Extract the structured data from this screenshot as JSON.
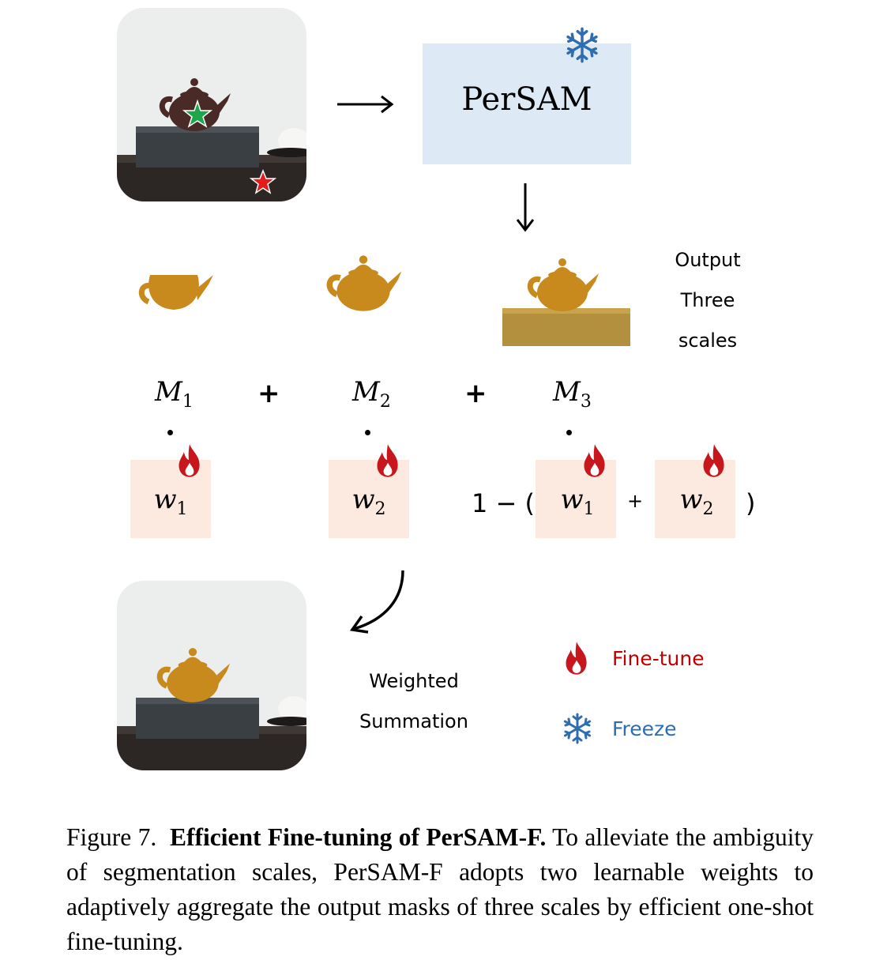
{
  "model_label": "PerSAM",
  "output_text": [
    "Output",
    "Three",
    "scales"
  ],
  "masks": [
    {
      "symbol": "M",
      "sub": "1"
    },
    {
      "symbol": "M",
      "sub": "2"
    },
    {
      "symbol": "M",
      "sub": "3"
    }
  ],
  "plus": "+",
  "weights": [
    {
      "symbol": "w",
      "sub": "1"
    },
    {
      "symbol": "w",
      "sub": "2"
    }
  ],
  "third_weight": {
    "prefix": "1 − (",
    "plus": "+",
    "suffix": ")"
  },
  "summation_text": [
    "Weighted",
    "Summation"
  ],
  "legend": {
    "finetune": {
      "label": "Fine-tune",
      "color": "#c00000"
    },
    "freeze": {
      "label": "Freeze",
      "color": "#2e6db0"
    }
  },
  "caption": {
    "figure_label": "Figure 7.",
    "title": "Efficient Fine-tuning of PerSAM-F.",
    "body": "To alleviate the ambiguity of segmentation scales, PerSAM-F adopts two learnable weights to adaptively aggregate the output masks of three scales by efficient one-shot fine-tuning."
  }
}
